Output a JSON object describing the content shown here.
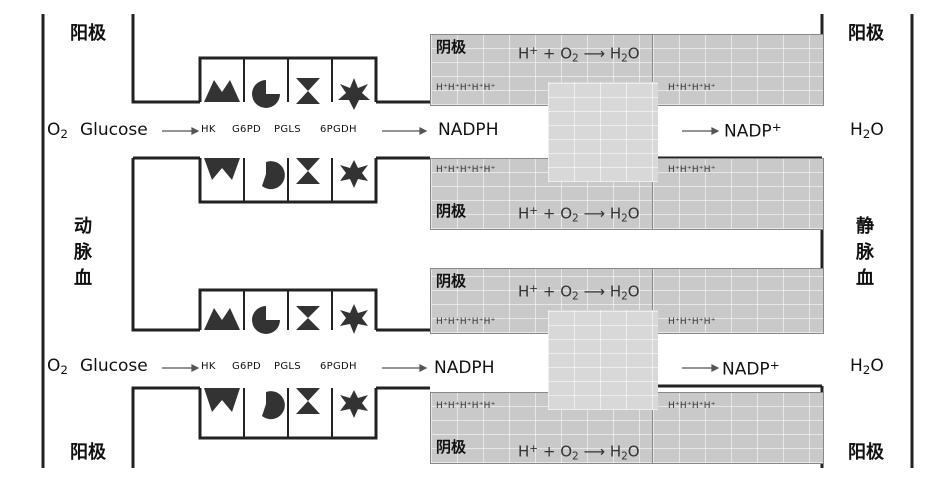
{
  "labels": {
    "anode": "阳极",
    "cathode": "阴极",
    "arterial_blood": "动脉血",
    "venous_blood": "静脉血",
    "o2": "O",
    "o2_sub": "2",
    "glucose": "Glucose",
    "nadph": "NADPH",
    "nadp": "NADP",
    "nadp_sup": "+",
    "h2o_h": "H",
    "h2o_sub": "2",
    "h2o_o": "O"
  },
  "enzymes": [
    "HK",
    "G6PD",
    "PGLS",
    "6PGDH"
  ],
  "reaction": {
    "h_plus": "H",
    "plus_sign": "+",
    "o2": "O",
    "o2_sub": "2",
    "h2o_h": "H",
    "h2o_sub": "2",
    "h2o_o": "O"
  },
  "proton_rows": {
    "left": "H⁺H⁺H⁺H⁺H⁺",
    "right": "H⁺H⁺H⁺H⁺"
  }
}
